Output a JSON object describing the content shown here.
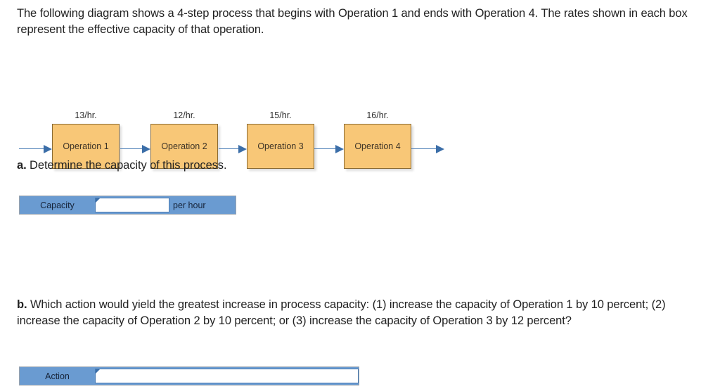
{
  "intro": {
    "text": "The following diagram shows a 4-step process that begins with Operation 1 and ends with Operation 4. The rates shown in each box represent the effective capacity of that operation."
  },
  "diagram": {
    "type": "process-flow",
    "colors": {
      "box_fill": "#F8C777",
      "box_border": "#8A6A33",
      "arrow": "#3B6EA8"
    },
    "steps": [
      {
        "rate": "13/hr.",
        "label": "Operation 1"
      },
      {
        "rate": "12/hr.",
        "label": "Operation 2"
      },
      {
        "rate": "15/hr.",
        "label": "Operation 3"
      },
      {
        "rate": "16/hr.",
        "label": "Operation 4"
      }
    ]
  },
  "part_a": {
    "marker": "a.",
    "question": " Determine the capacity of this process.",
    "answer_row": {
      "label": "Capacity",
      "value": "",
      "unit": "per hour"
    }
  },
  "part_b": {
    "marker": "b.",
    "question": " Which action would yield the greatest increase in process capacity: (1) increase the capacity of Operation 1 by 10 percent; (2) increase the capacity of Operation 2 by 10 percent; or (3) increase the capacity of Operation 3 by 12 percent?",
    "answer_row": {
      "label": "Action",
      "value": ""
    }
  },
  "form_colors": {
    "row_fill": "#6A9BD1",
    "input_border": "#4A7CB5"
  }
}
